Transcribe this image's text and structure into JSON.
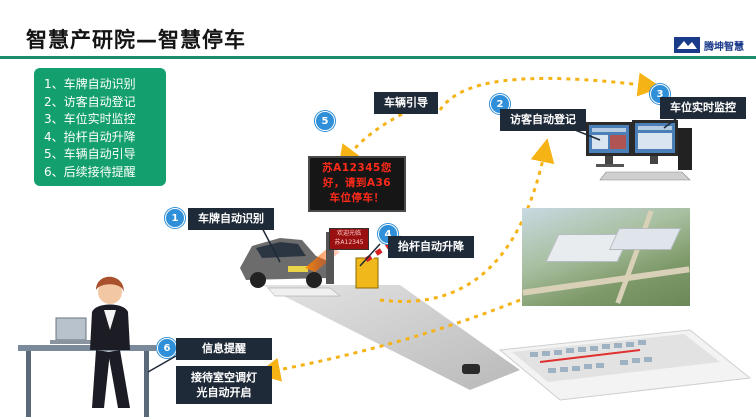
{
  "page": {
    "title": "智慧产研院—智慧停车",
    "logo_text": "腾坤智慧"
  },
  "features": [
    "1、车牌自动识别",
    "2、访客自动登记",
    "3、车位实时监控",
    "4、抬杆自动升降",
    "5、车辆自动引导",
    "6、后续接待提醒"
  ],
  "steps": [
    {
      "num": "1",
      "label": "车牌自动识别"
    },
    {
      "num": "2",
      "label": "访客自动登记"
    },
    {
      "num": "3",
      "label": "车位实时监控"
    },
    {
      "num": "4",
      "label": "抬杆自动升降"
    },
    {
      "num": "5",
      "label": "车辆引导"
    },
    {
      "num": "6",
      "label": "信息提醒",
      "label2_line1": "接待室空调灯",
      "label2_line2": "光自动开启"
    }
  ],
  "led_sign": {
    "line1": "苏A12345您",
    "line2": "好，请到A36",
    "line3": "车位停车！"
  },
  "gate_sign": {
    "line1": "欢迎光临",
    "line2": "苏A12345"
  },
  "colors": {
    "accent_green": "#14a06e",
    "step_blue": "#2f8fd8",
    "label_dark": "#1f2a38",
    "arrow_yellow": "#f5b316",
    "led_red": "#ff2a1a"
  }
}
